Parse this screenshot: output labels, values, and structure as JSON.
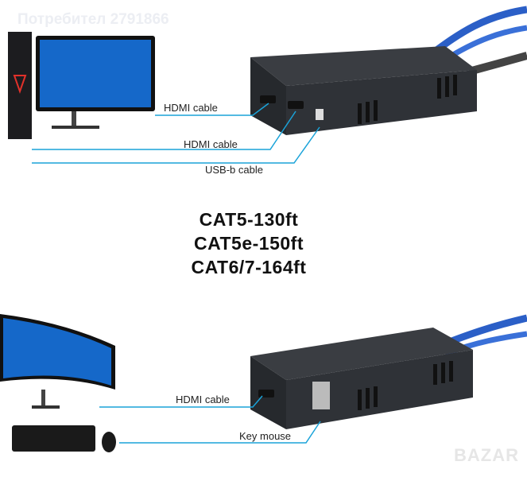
{
  "watermark": "Потребител 2791866",
  "transmitter": {
    "labels": {
      "hdmi1": "HDMI cable",
      "hdmi2": "HDMI cable",
      "usb": "USB-b cable"
    }
  },
  "specs": [
    "CAT5-130ft",
    "CAT5e-150ft",
    "CAT6/7-164ft"
  ],
  "receiver": {
    "labels": {
      "hdmi": "HDMI cable",
      "keymouse": "Key mouse"
    }
  },
  "logo": "BAZAR",
  "colors": {
    "line": "#1aa3d9",
    "cable": "#2b5fc7",
    "device": "#2b2e33"
  }
}
